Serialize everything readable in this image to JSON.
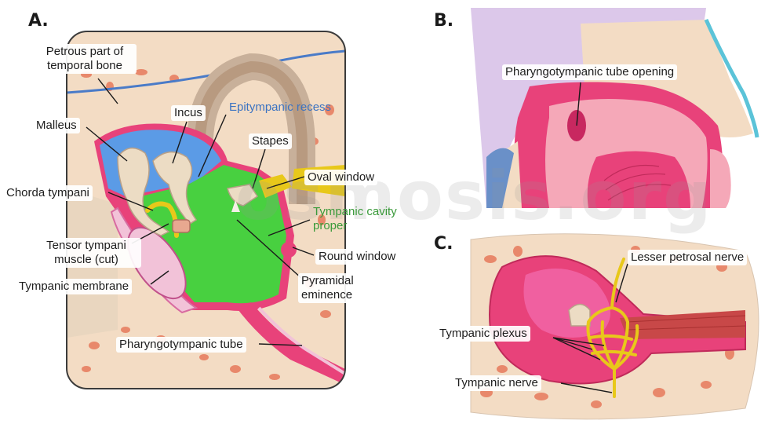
{
  "panels": {
    "a": "A.",
    "b": "B.",
    "c": "C."
  },
  "watermark": "osmosis.org",
  "labels_a": {
    "petrous": "Petrous part of temporal bone",
    "malleus": "Malleus",
    "incus": "Incus",
    "epitympanic": "Epitympanic recess",
    "stapes": "Stapes",
    "oval_window": "Oval window",
    "chorda": "Chorda tympani",
    "tympanic_cavity": "Tympanic cavity proper",
    "tensor": "Tensor tympani muscle (cut)",
    "round_window": "Round window",
    "membrane": "Tympanic membrane",
    "pyramidal": "Pyramidal eminence",
    "tube": "Pharyngotympanic tube"
  },
  "labels_b": {
    "tube_opening": "Pharyngotympanic tube opening"
  },
  "labels_c": {
    "lesser_petrosal": "Lesser petrosal nerve",
    "plexus": "Tympanic plexus",
    "nerve": "Tympanic nerve"
  },
  "colors": {
    "bone": "#f3dcc4",
    "bone_spot": "#e8886b",
    "mucosa": "#e8427a",
    "cavity_green": "#48d040",
    "recess_blue": "#5b9be6",
    "ossicle": "#ecdcc4",
    "nerve_yellow": "#e8c81a",
    "label_blue": "#3b73c2",
    "label_green": "#3a9a3a"
  }
}
